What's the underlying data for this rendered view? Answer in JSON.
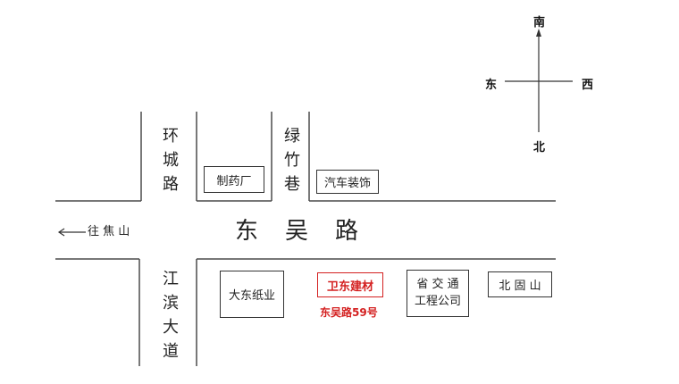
{
  "compass": {
    "north": "南",
    "south": "北",
    "west": "东",
    "east": "西"
  },
  "roads": {
    "main": "东　吴　路",
    "left_upper": "环城路",
    "middle_upper": "绿竹巷",
    "left_lower": "江滨大道",
    "direction": "往 焦 山"
  },
  "places": {
    "pharma": "制药厂",
    "auto": "汽车装饰",
    "paper": "大东纸业",
    "target": "卫东建材",
    "transport_line1": "省 交 通",
    "transport_line2": "工程公司",
    "beigushan": "北 固 山"
  },
  "address": "东吴路59号",
  "colors": {
    "highlight": "#d42020",
    "line": "#4a4a4a"
  },
  "icons": {
    "compass": "compass-cross-icon",
    "arrow": "arrow-left-icon"
  }
}
